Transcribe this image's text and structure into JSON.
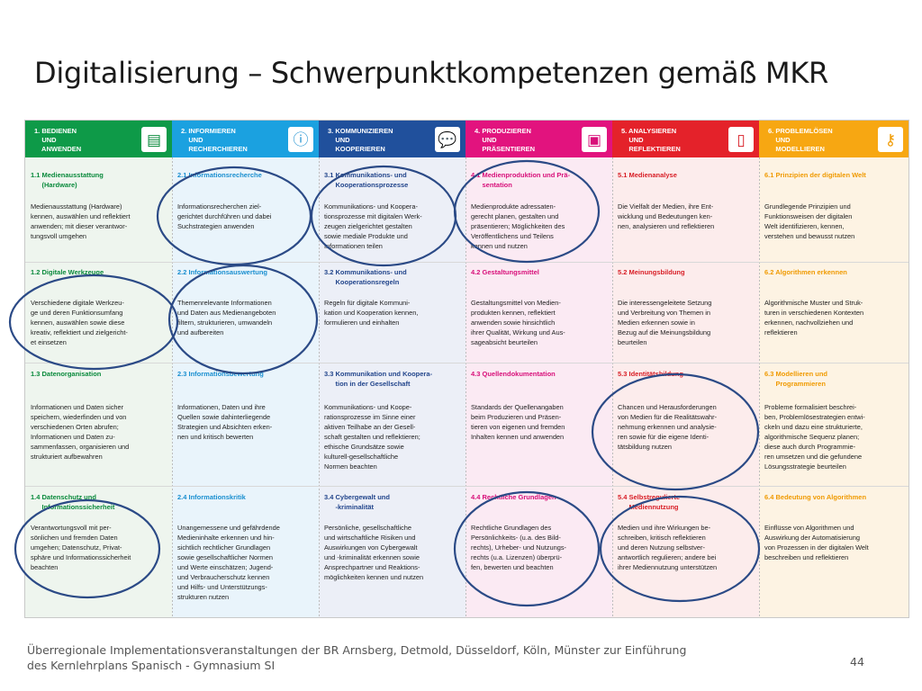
{
  "slide": {
    "title": "Digitalisierung – Schwerpunktkompetenzen gemäß MKR",
    "footer": "Überregionale Implementationsveranstaltungen der BR Arnsberg, Detmold, Düsseldorf, Köln, Münster zur Einführung\ndes Kernlehrplans Spanisch - Gymnasium SI",
    "page_number": "44"
  },
  "columns": [
    {
      "header": "1. BEDIENEN\n    UND\n    ANWENDEN",
      "icon": "document-icon",
      "icon_glyph": "▤",
      "color": "#0e9a48",
      "light": "#eef5ee",
      "accent": "#0a8a3c",
      "items": [
        {
          "title": "1.1 Medienausstattung\n      (Hardware)",
          "text": "Medienausstattung (Hardware)\nkennen, auswählen und reflektiert\nanwenden; mit dieser verantwor-\ntungsvoll umgehen"
        },
        {
          "title": "1.2 Digitale Werkzeuge",
          "text": "Verschiedene digitale Werkzeu-\nge und deren Funktionsumfang\nkennen, auswählen sowie diese\nkreativ, reflektiert und zielgericht-\net einsetzen"
        },
        {
          "title": "1.3 Datenorganisation",
          "text": "Informationen und Daten sicher\nspeichern, wiederfinden und von\nverschiedenen Orten abrufen;\nInformationen und Daten zu-\nsammenfassen, organisieren und\nstrukturiert aufbewahren"
        },
        {
          "title": "1.4 Datenschutz und\n      Informationssicherheit",
          "text": "Verantwortungsvoll mit per-\nsönlichen und fremden Daten\numgehen; Datenschutz, Privat-\nsphäre und Informationssicherheit\nbeachten"
        }
      ]
    },
    {
      "header": "2. INFORMIEREN\n    UND\n    RECHERCHIEREN",
      "icon": "info-icon",
      "icon_glyph": "ⓘ",
      "color": "#1ba1e0",
      "light": "#e9f4fb",
      "accent": "#1a8fd0",
      "items": [
        {
          "title": "2.1 Informationsrecherche",
          "text": "Informationsrecherchen ziel-\ngerichtet durchführen und dabei\nSuchstrategien anwenden"
        },
        {
          "title": "2.2 Informationsauswertung",
          "text": "Themenrelevante Informationen\nund Daten aus Medienangeboten\nfiltern, strukturieren, umwandeln\nund aufbereiten"
        },
        {
          "title": "2.3 Informationsbewertung",
          "text": "Informationen, Daten und ihre\nQuellen sowie dahinterliegende\nStrategien und Absichten erken-\nnen und kritisch bewerten"
        },
        {
          "title": "2.4 Informationskritik",
          "text": "Unangemessene und gefährdende\nMedieninhalte erkennen und hin-\nsichtlich rechtlicher Grundlagen\nsowie gesellschaftlicher Normen\nund Werte einschätzen; Jugend-\nund Verbraucherschutz kennen\nund Hilfs- und Unterstützungs-\nstrukturen nutzen"
        }
      ]
    },
    {
      "header": "3. KOMMUNIZIEREN\n    UND\n    KOOPERIEREN",
      "icon": "chat-icon",
      "icon_glyph": "💬",
      "color": "#20509c",
      "light": "#eceff7",
      "accent": "#23468c",
      "items": [
        {
          "title": "3.1 Kommunikations- und\n      Kooperationsprozesse",
          "text": "Kommunikations- und Koopera-\ntionsprozesse mit digitalen Werk-\nzeugen zielgerichtet gestalten\nsowie mediale Produkte und\nInformationen teilen"
        },
        {
          "title": "3.2 Kommunikations- und\n      Kooperationsregeln",
          "text": "Regeln für digitale Kommuni-\nkation und Kooperation kennen,\nformulieren und einhalten"
        },
        {
          "title": "3.3 Kommunikation und Koopera-\n      tion in der Gesellschaft",
          "text": "Kommunikations- und Koope-\nrationsprozesse im Sinne einer\naktiven Teilhabe an der Gesell-\nschaft gestalten und reflektieren;\nethische Grundsätze sowie\nkulturell-gesellschaftliche\nNormen beachten"
        },
        {
          "title": "3.4 Cybergewalt und\n      -kriminalität",
          "text": "Persönliche, gesellschaftliche\nund wirtschaftliche Risiken und\nAuswirkungen von Cybergewalt\nund -kriminalität erkennen sowie\nAnsprechpartner und Reaktions-\nmöglichkeiten kennen und nutzen"
        }
      ]
    },
    {
      "header": "4. PRODUZIEREN\n    UND\n    PRÄSENTIEREN",
      "icon": "presentation-icon",
      "icon_glyph": "▣",
      "color": "#e2137e",
      "light": "#fbeaf3",
      "accent": "#d8107a",
      "items": [
        {
          "title": "4.1 Medienproduktion und Prä-\n      sentation",
          "text": "Medienprodukte adressaten-\ngerecht planen, gestalten und\npräsentieren; Möglichkeiten des\nVeröffentlichens und Teilens\nkennen und nutzen"
        },
        {
          "title": "4.2 Gestaltungsmittel",
          "text": "Gestaltungsmittel von Medien-\nprodukten kennen, reflektiert\nanwenden sowie hinsichtlich\nihrer Qualität, Wirkung und Aus-\nsageabsicht beurteilen"
        },
        {
          "title": "4.3 Quellendokumentation",
          "text": "Standards der Quellenangaben\nbeim Produzieren und Präsen-\ntieren von eigenen und fremden\nInhalten kennen und anwenden"
        },
        {
          "title": "4.4 Rechtliche Grundlagen",
          "text": "Rechtliche Grundlagen des\nPersönlichkeits- (u.a. des Bild-\nrechts), Urheber- und Nutzungs-\nrechts (u.a. Lizenzen) überprü-\nfen, bewerten und beachten"
        }
      ]
    },
    {
      "header": "5. ANALYSIEREN\n    UND\n    REFLEKTIEREN",
      "icon": "mobile-icon",
      "icon_glyph": "▯",
      "color": "#e4222a",
      "light": "#fcecec",
      "accent": "#d81e26",
      "items": [
        {
          "title": "5.1 Medienanalyse",
          "text": "Die Vielfalt der Medien, ihre Ent-\nwicklung und Bedeutungen ken-\nnen, analysieren und reflektieren"
        },
        {
          "title": "5.2 Meinungsbildung",
          "text": "Die interessengeleitete Setzung\nund Verbreitung von Themen in\nMedien erkennen sowie in\nBezug auf die Meinungsbildung\nbeurteilen"
        },
        {
          "title": "5.3 Identitätsbildung",
          "text": "Chancen und Herausforderungen\nvon Medien für die Realitätswahr-\nnehmung erkennen und analysie-\nren sowie für die eigene Identi-\ntätsbildung nutzen"
        },
        {
          "title": "5.4 Selbstregulierte\n      Mediennutzung",
          "text": "Medien und ihre Wirkungen be-\nschreiben, kritisch reflektieren\nund deren Nutzung selbstver-\nantwortlich regulieren; andere bei\nihrer Mediennutzung unterstützen"
        }
      ]
    },
    {
      "header": "6. PROBLEMLÖSEN\n    UND\n    MODELLIEREN",
      "icon": "key-icon",
      "icon_glyph": "⚷",
      "color": "#f7a712",
      "light": "#fdf3e3",
      "accent": "#f09a00",
      "items": [
        {
          "title": "6.1 Prinzipien der digitalen Welt",
          "text": "Grundlegende Prinzipien und\nFunktionsweisen der digitalen\nWelt identifizieren, kennen,\nverstehen und bewusst nutzen"
        },
        {
          "title": "6.2 Algorithmen erkennen",
          "text": "Algorithmische Muster und Struk-\nturen in verschiedenen Kontexten\nerkennen, nachvollziehen und\nreflektieren"
        },
        {
          "title": "6.3 Modellieren und\n      Programmieren",
          "text": "Probleme formalisiert beschrei-\nben, Problemlösestrategien entwi-\nckeln und dazu eine strukturierte,\nalgorithmische Sequenz planen;\ndiese auch durch Programmie-\nren umsetzen und die gefundene\nLösungsstrategie beurteilen"
        },
        {
          "title": "6.4 Bedeutung von Algorithmen",
          "text": "Einflüsse von Algorithmen und\nAuswirkung der Automatisierung\nvon Prozessen in der digitalen Welt\nbeschreiben und reflektieren"
        }
      ]
    }
  ]
}
